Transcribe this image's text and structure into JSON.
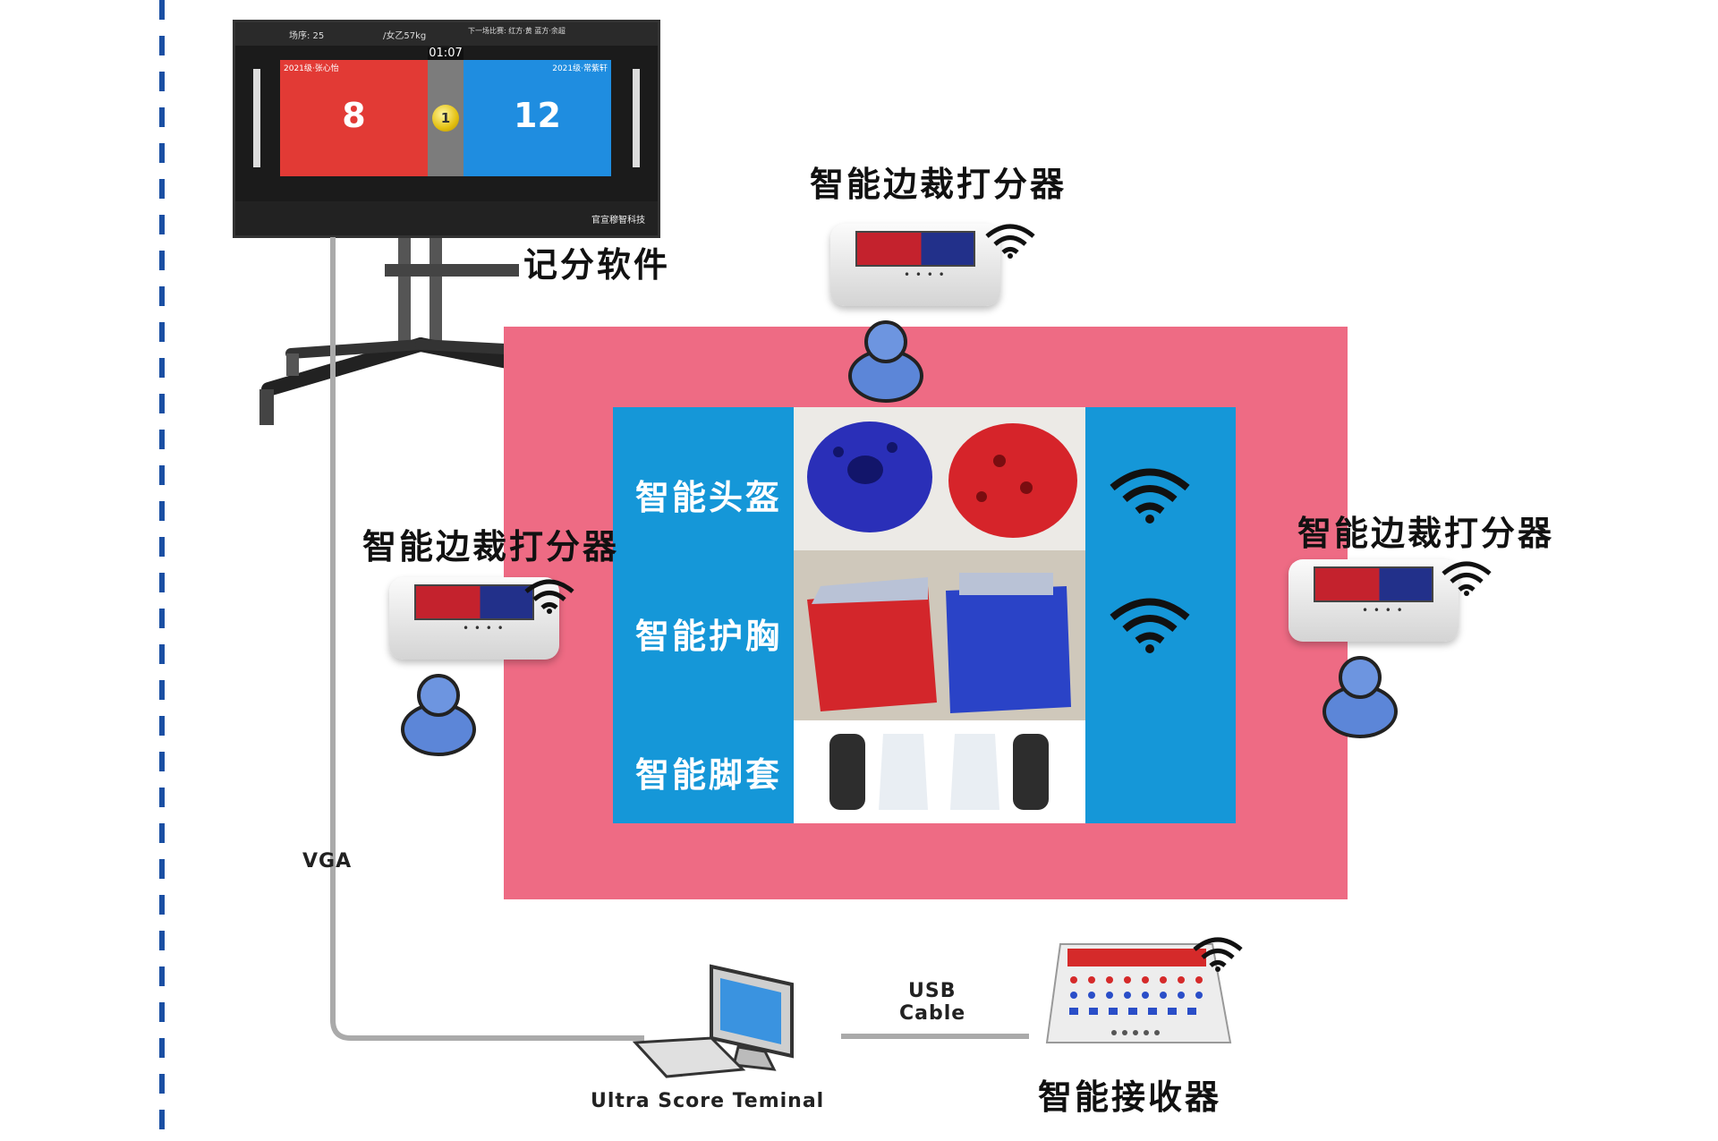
{
  "scoreboard": {
    "header_order": "场序: 25",
    "header_weight": "/女乙57kg",
    "header_note": "下一场比赛: 红方·黄 蓝方·余超",
    "timer": "01:07",
    "red_name": "2021级·张心怡",
    "blue_name": "2021级·常紫轩",
    "red_score": "8",
    "blue_score": "12",
    "round": "1",
    "brand": "官宣穆智科技"
  },
  "labels": {
    "scoring_software": "记分软件",
    "judge_top": "智能边裁打分器",
    "judge_left": "智能边裁打分器",
    "judge_right": "智能边裁打分器",
    "helmet": "智能头盔",
    "chest": "智能护胸",
    "foot": "智能脚套",
    "vga": "VGA",
    "usb": "USB",
    "cable": "Cable",
    "terminal": "Ultra Score Teminal",
    "receiver": "智能接收器"
  },
  "colors": {
    "mat": "#ee6b84",
    "panel": "#1597d8",
    "red_team": "#e23a35",
    "blue_team": "#1f8de0",
    "dashed_line": "#1a4fa3"
  },
  "icons": [
    "wifi-icon",
    "person-icon",
    "monitor-icon",
    "keyboard-icon"
  ]
}
